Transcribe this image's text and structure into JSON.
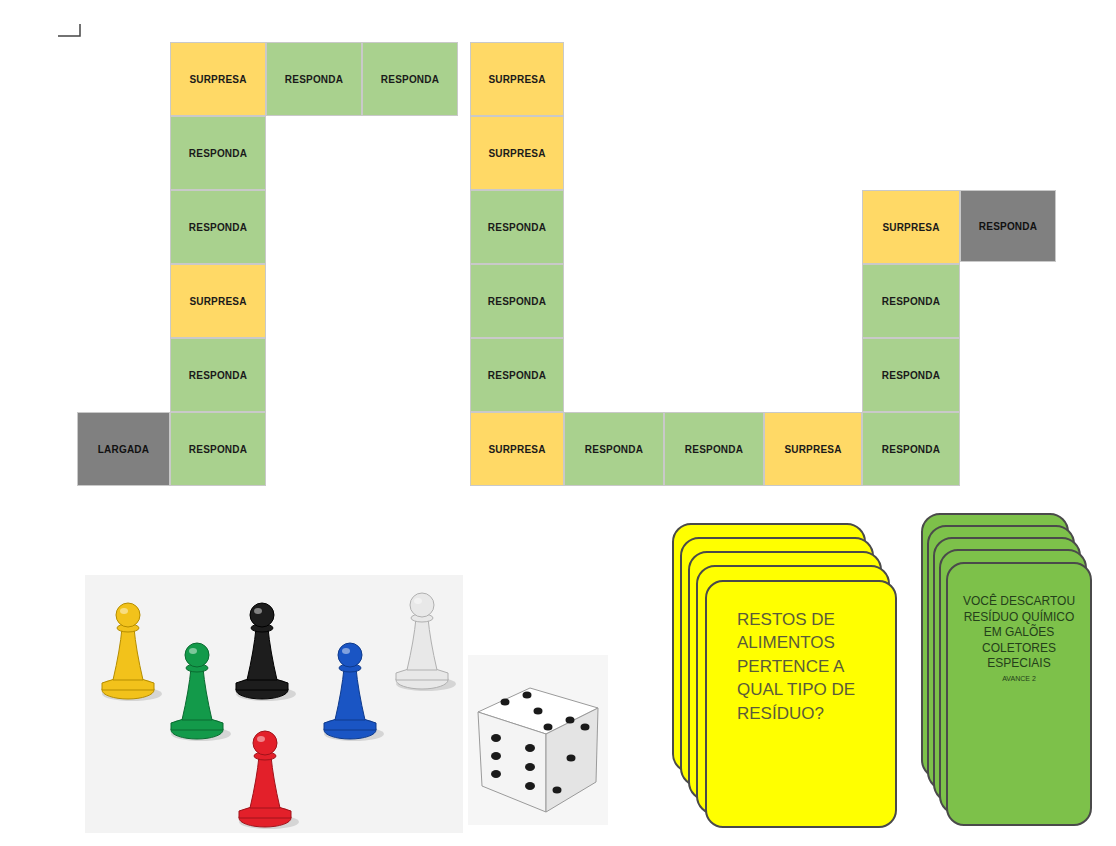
{
  "diagram": {
    "nodes": [
      {
        "text": [
          "LARGADA"
        ]
      },
      {
        "text": [
          "RESPONDA"
        ]
      },
      {
        "text": [
          "RESPONDA"
        ]
      },
      {
        "text": [
          "SURPRESA"
        ]
      },
      {
        "text": [
          "RESPONDA"
        ]
      },
      {
        "text": [
          "RESPONDA"
        ]
      },
      {
        "text": [
          "SURPRESA"
        ]
      },
      {
        "text": [
          "RESPONDA"
        ]
      },
      {
        "text": [
          "RESPONDA"
        ]
      },
      {
        "text": [
          "SURPRESA"
        ]
      },
      {
        "text": [
          "SURPRESA"
        ]
      },
      {
        "text": [
          "RESPONDA"
        ]
      },
      {
        "text": [
          "RESPONDA"
        ]
      },
      {
        "text": [
          "RESPONDA"
        ]
      },
      {
        "text": [
          "SURPRESA"
        ]
      },
      {
        "text": [
          "RESPONDA"
        ]
      },
      {
        "text": [
          "RESPONDA"
        ]
      },
      {
        "text": [
          "SURPRESA"
        ]
      },
      {
        "text": [
          "RESPONDA"
        ]
      },
      {
        "text": [
          "RESPONDA"
        ]
      },
      {
        "text": [
          "RESPONDA"
        ]
      },
      {
        "text": [
          "SURPRESA"
        ]
      },
      {
        "text": [
          "RESPONDA"
        ]
      },
      {
        "text": [
          "RESTOS DE ALIMENTOS PERTENCE A QUAL TIPO DE RESÍDUO?"
        ]
      },
      {
        "text": [
          "VOCÊ DESCARTOU RESÍDUO QUÍMICO EM GALÕES COLETORES ESPECIAIS",
          "AVANCE 2"
        ]
      }
    ]
  }
}
